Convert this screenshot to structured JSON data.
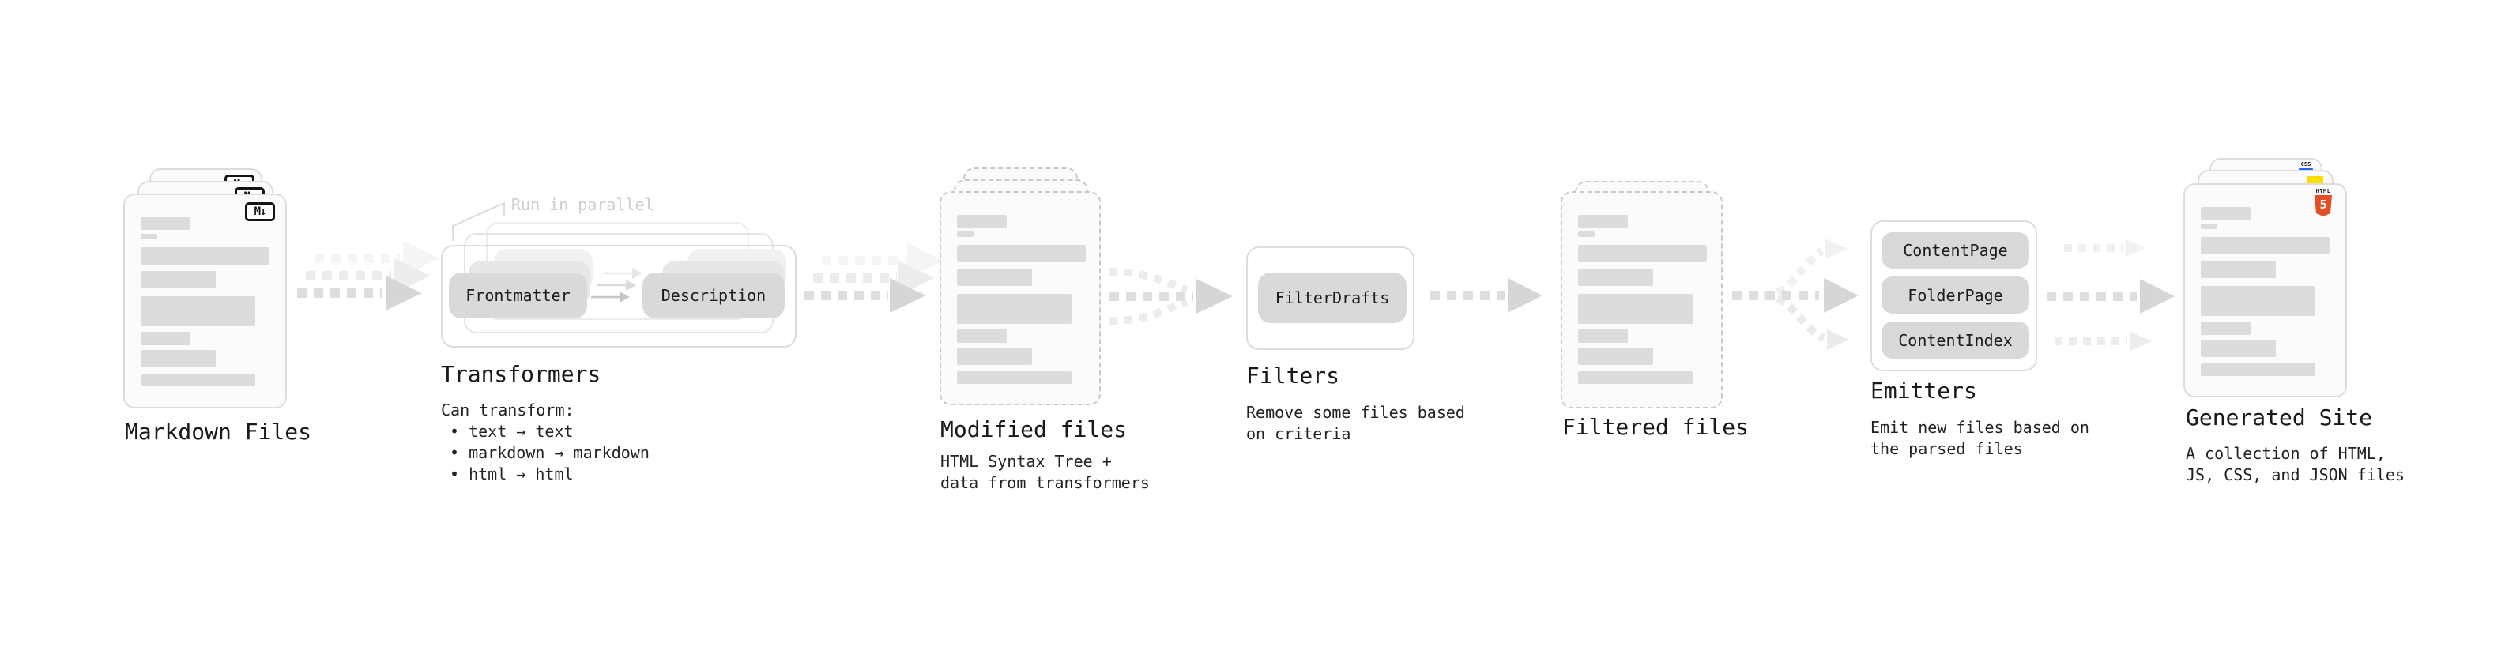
{
  "diagram": {
    "stages": {
      "markdown": {
        "label": "Markdown Files",
        "badge": "M↓"
      },
      "transformers": {
        "label": "Transformers",
        "annotation": "Run in parallel",
        "pills": {
          "left": "Frontmatter",
          "right": "Description"
        },
        "caption": "Can transform:",
        "bullets": [
          "• text → text",
          "• markdown → markdown",
          "• html → html"
        ]
      },
      "modified": {
        "label": "Modified files",
        "caption_lines": [
          "HTML Syntax Tree +",
          "data from transformers"
        ]
      },
      "filters": {
        "label": "Filters",
        "pill": "FilterDrafts",
        "caption_lines": [
          "Remove some files based",
          "on criteria"
        ]
      },
      "filtered": {
        "label": "Filtered files"
      },
      "emitters": {
        "label": "Emitters",
        "pills": [
          "ContentPage",
          "FolderPage",
          "ContentIndex"
        ],
        "caption_lines": [
          "Emit new files based on",
          "the parsed files"
        ]
      },
      "generated": {
        "label": "Generated Site",
        "caption_lines": [
          "A collection of HTML,",
          "JS, CSS, and JSON files"
        ],
        "icons": {
          "html_label": "HTML",
          "html_digit": "5",
          "css_label": "CSS"
        }
      }
    },
    "colors": {
      "card_fill": "#fbfbfb",
      "card_border": "#dcdcdc",
      "dashed_border": "#c9c9c9",
      "pill_fill": "#d9d9d9",
      "arrow_gray": "#d6d6d6",
      "html5_orange": "#e44d26",
      "js_yellow": "#ffdd00",
      "css_blue": "#2965f1"
    }
  }
}
